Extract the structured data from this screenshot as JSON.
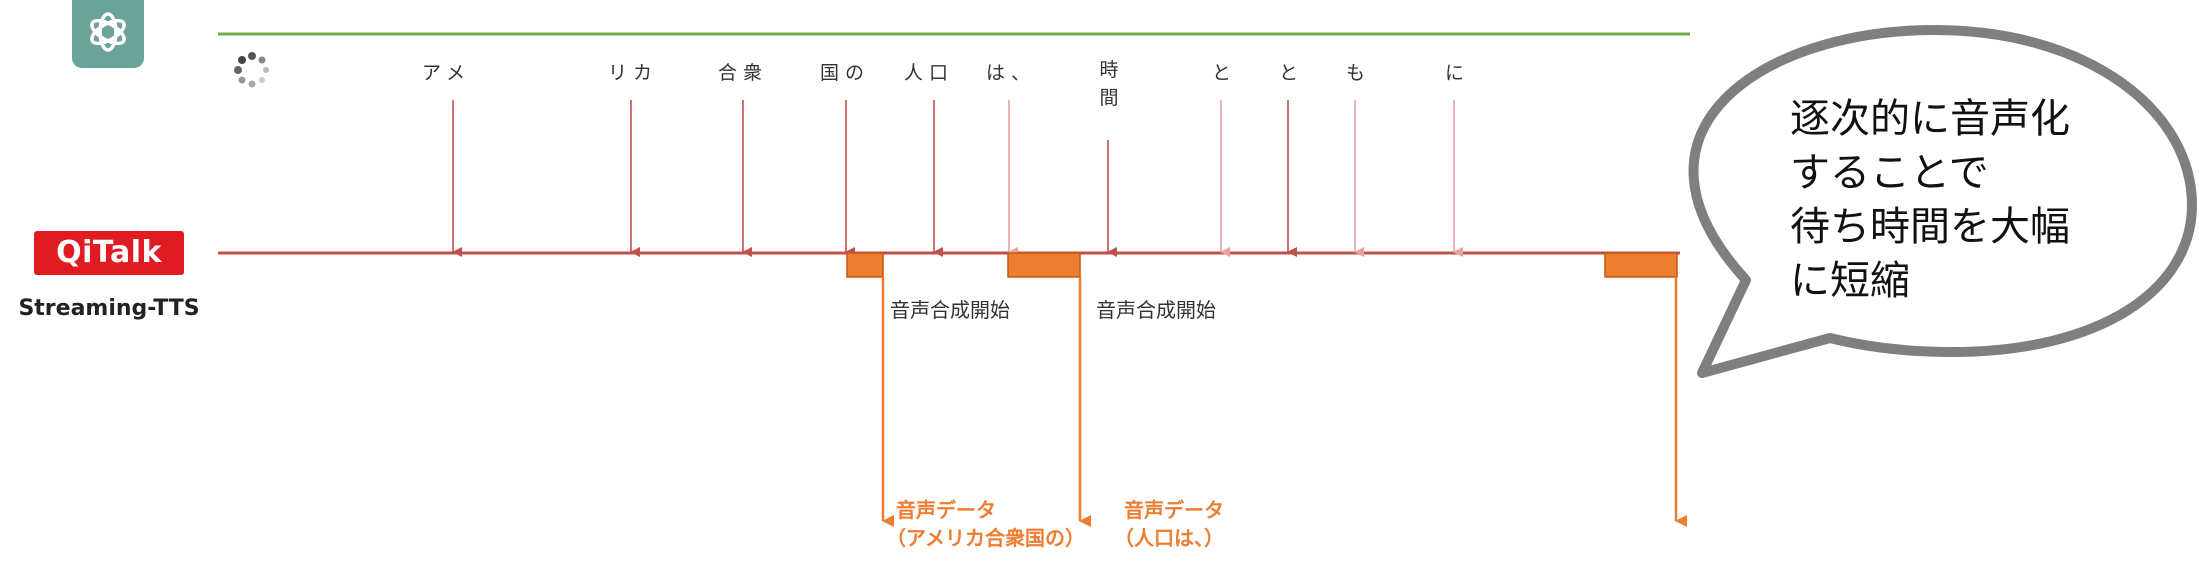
{
  "colors": {
    "timeline_green": "#70ad47",
    "timeline_red": "#c0504d",
    "chunk_orange": "#ed7d31",
    "bubble_border": "#7f7f7f",
    "qitalk_red": "#e11b22",
    "openai_green": "#6aa397"
  },
  "icons": {
    "openai": "openai-logo-icon",
    "spinner": "loading-spinner-icon"
  },
  "branding": {
    "qitalk_logo": "QiTalk",
    "qitalk_sub": "Streaming-TTS"
  },
  "tokens": [
    {
      "text": "アメ",
      "vertical": false
    },
    {
      "text": "リカ",
      "vertical": false
    },
    {
      "text": "合衆",
      "vertical": false
    },
    {
      "text": "国の",
      "vertical": false
    },
    {
      "text": "人口",
      "vertical": false
    },
    {
      "text": "は、",
      "vertical": false
    },
    {
      "text": "時間",
      "vertical": true
    },
    {
      "text": "と",
      "vertical": false
    },
    {
      "text": "と",
      "vertical": false
    },
    {
      "text": "も",
      "vertical": false
    },
    {
      "text": "に",
      "vertical": false
    }
  ],
  "synthesis": [
    {
      "label": "音声合成開始"
    },
    {
      "label": "音声合成開始"
    }
  ],
  "audio_data": [
    {
      "line1": "音声データ",
      "line2": "（アメリカ合衆国の）"
    },
    {
      "line1": "音声データ",
      "line2": "（人口は、）"
    }
  ],
  "bubble": {
    "lines": [
      "逐次的に音声化",
      "することで",
      "待ち時間を大幅",
      "に短縮"
    ]
  }
}
